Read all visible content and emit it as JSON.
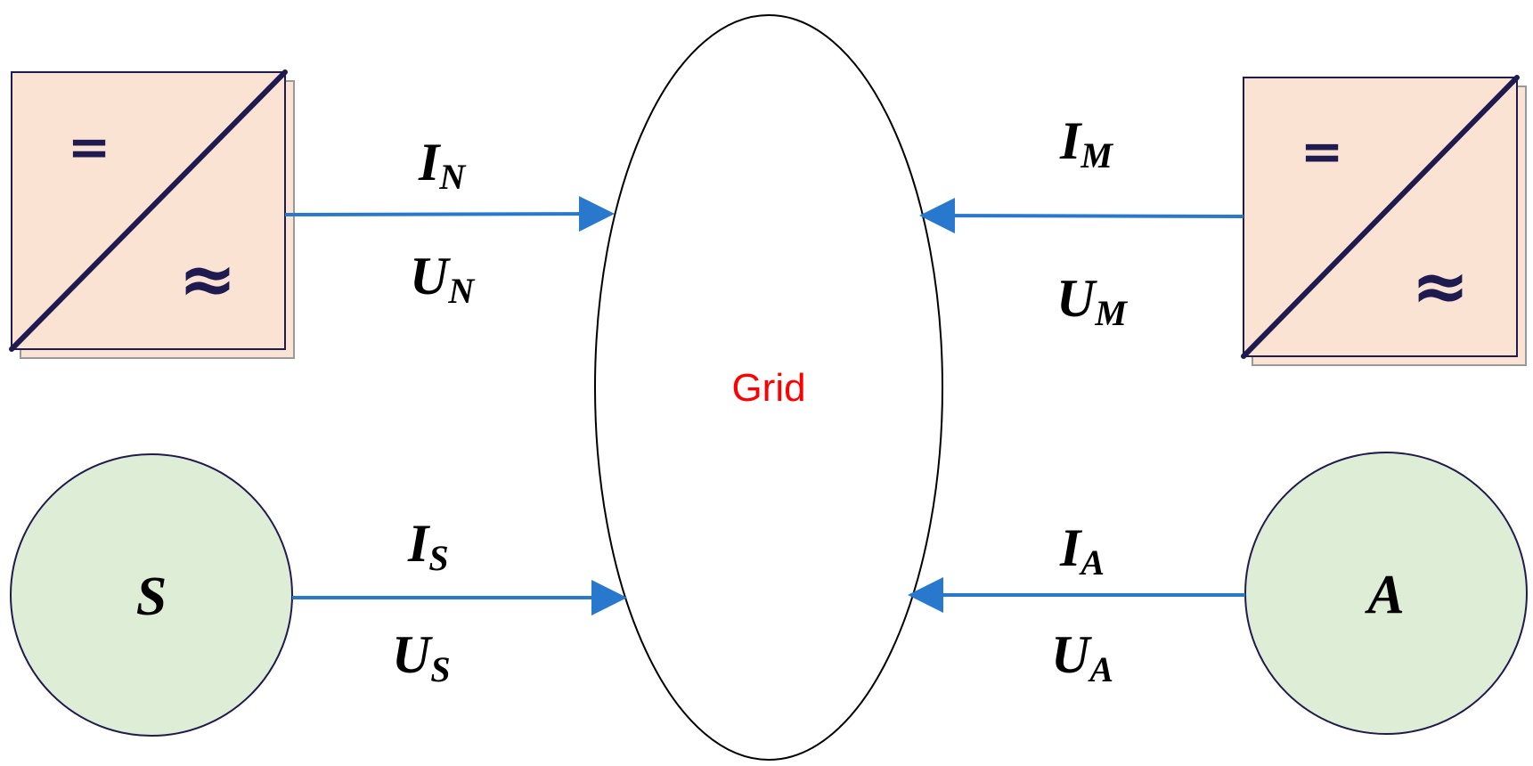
{
  "colors": {
    "converter_fill": "#fbe3d3",
    "converter_border": "#1f1a4f",
    "source_fill": "#deeed6",
    "arrow": "#2878cd",
    "grid_label": "#ff0000"
  },
  "grid": {
    "label": "Grid"
  },
  "converter_n": {
    "dc_symbol": "=",
    "ac_symbol": "≈",
    "current": {
      "main": "I",
      "sub": "N"
    },
    "voltage": {
      "main": "U",
      "sub": "N"
    }
  },
  "converter_m": {
    "dc_symbol": "=",
    "ac_symbol": "≈",
    "current": {
      "main": "I",
      "sub": "M"
    },
    "voltage": {
      "main": "U",
      "sub": "M"
    }
  },
  "source_s": {
    "label": "S",
    "current": {
      "main": "I",
      "sub": "S"
    },
    "voltage": {
      "main": "U",
      "sub": "S"
    }
  },
  "source_a": {
    "label": "A",
    "current": {
      "main": "I",
      "sub": "A"
    },
    "voltage": {
      "main": "U",
      "sub": "A"
    }
  }
}
